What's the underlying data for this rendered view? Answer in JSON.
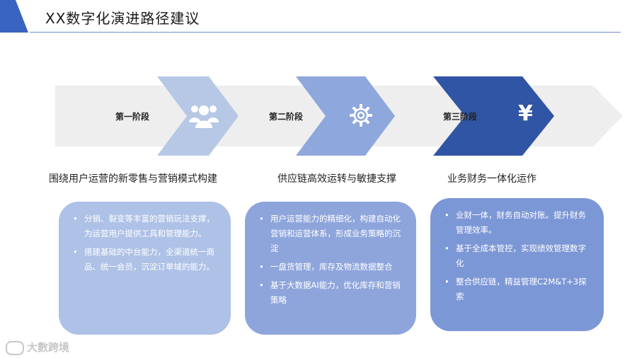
{
  "title": "XX数字化演进路径建议",
  "stages": [
    {
      "label": "第一阶段",
      "icon": "users-icon",
      "heading": "围绕用户运营的新零售与营销模式构建",
      "items": [
        "分销、裂变等丰富的营销玩法支撑，为运营用户提供工具和管理能力。",
        "搭建基础的中台能力，全渠道统一商品、统一会员，沉淀订单域的能力。"
      ]
    },
    {
      "label": "第二阶段",
      "icon": "gear-icon",
      "heading": "供应链高效运转与敏捷支撑",
      "items": [
        "用户运营能力的精细化，构建自动化营销和运营体系，形成业务策略的沉淀",
        "一盘货管理，库存及物流数据整合",
        "基于大数据AI能力，优化库存和营销策略"
      ]
    },
    {
      "label": "第三阶段",
      "icon": "yen-icon",
      "icon_glyph": "¥",
      "heading": "业务财务一体化运作",
      "items": [
        "业财一体，财务自动对账。提升财务管理效率。",
        "基于全成本管控，实现绩效管理数字化",
        "整合供应链，精益管理C2M&T+3探索"
      ]
    }
  ],
  "watermark": "大數跨境",
  "colors": {
    "band": "#eeeeee",
    "chevron1": "#b7c8e6",
    "chevron2": "#8ea7dc",
    "chevron3": "#2f55a4",
    "box1": "#aec1e6",
    "box2": "#8ea5dc",
    "box3": "#7c97d6",
    "corner": "#3a64c2"
  }
}
